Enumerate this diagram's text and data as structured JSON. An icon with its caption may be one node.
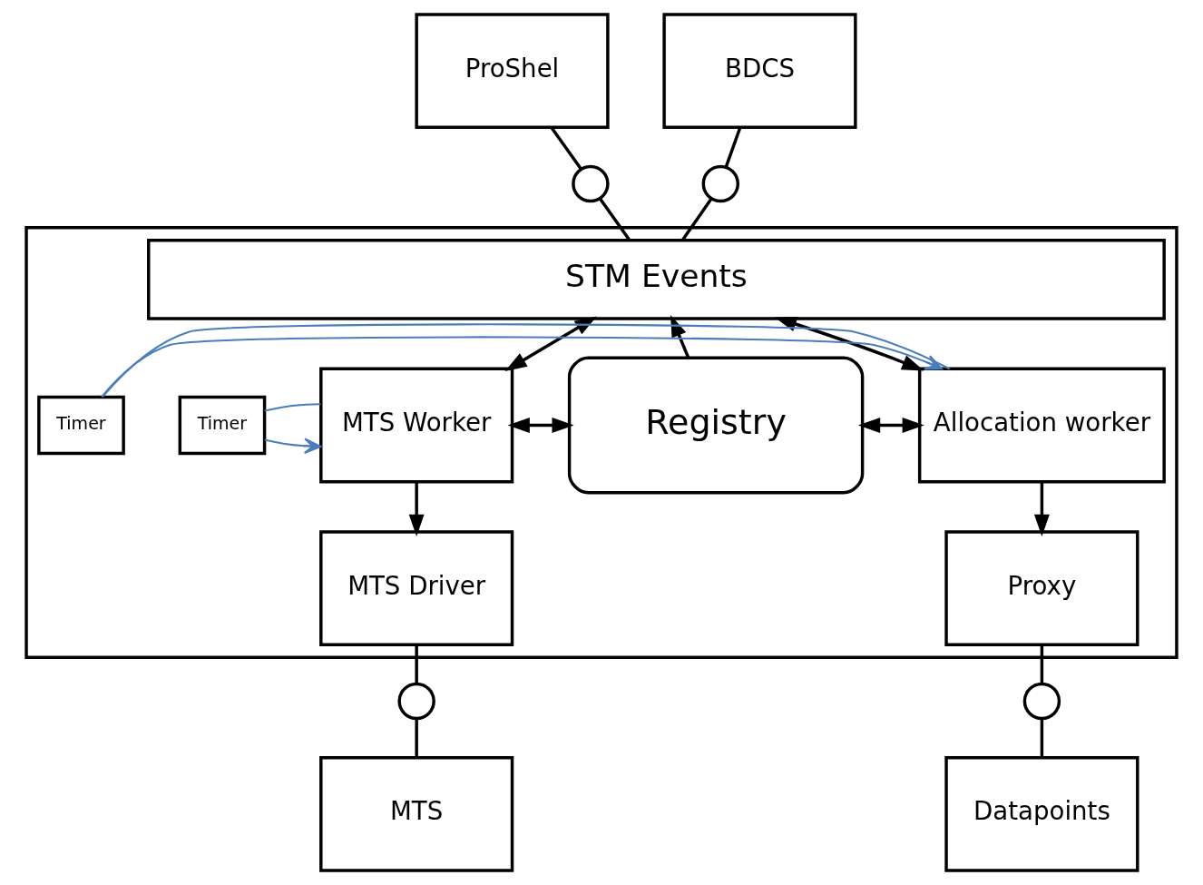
{
  "diagram": {
    "nodes": [
      {
        "text": [
          "ProShel"
        ]
      },
      {
        "text": [
          "BDCS"
        ]
      },
      {
        "text": [],
        "shape": "circle"
      },
      {
        "text": [],
        "shape": "circle"
      },
      {
        "text": [],
        "shape": "box"
      },
      {
        "text": [
          "STM Events"
        ],
        "in": 4
      },
      {
        "text": [
          "Timer"
        ],
        "in": 4
      },
      {
        "text": [
          "MTS Worker"
        ],
        "in": 4
      },
      {
        "text": [
          "Registry"
        ],
        "in": 4
      },
      {
        "text": [
          "Allocation worker"
        ],
        "in": 4
      },
      {
        "text": [
          "Timer"
        ],
        "in": 4
      },
      {
        "text": [
          "MTS Driver"
        ],
        "in": 4
      },
      {
        "text": [
          "Proxy"
        ],
        "in": 4
      },
      {
        "text": [],
        "shape": "circle"
      },
      {
        "text": [],
        "shape": "circle"
      },
      {
        "text": [
          "MTS"
        ]
      },
      {
        "text": [
          "Datapoints"
        ]
      }
    ],
    "edges": [
      {
        "from": 0,
        "to": 2,
        "arrow": "none"
      },
      {
        "from": 2,
        "to": 5,
        "arrow": "none"
      },
      {
        "from": 1,
        "to": 3,
        "arrow": "none"
      },
      {
        "from": 3,
        "to": 5,
        "arrow": "none"
      },
      {
        "from": 7,
        "to": 5,
        "arrow": "both"
      },
      {
        "from": 8,
        "to": 5,
        "arrow": "to"
      },
      {
        "from": 9,
        "to": 5,
        "arrow": "both"
      },
      {
        "from": 7,
        "to": 8,
        "arrow": "both"
      },
      {
        "from": 8,
        "to": 9,
        "arrow": "both"
      },
      {
        "from": 6,
        "to": 7,
        "arrow": "to",
        "color": "#4a7ebb"
      },
      {
        "from": 7,
        "to": 6,
        "arrow": "none",
        "color": "#4a7ebb"
      },
      {
        "from": 10,
        "to": 9,
        "arrow": "to",
        "color": "#4a7ebb"
      },
      {
        "from": 9,
        "to": 10,
        "arrow": "none",
        "color": "#4a7ebb"
      },
      {
        "from": 7,
        "to": 11,
        "arrow": "to"
      },
      {
        "from": 9,
        "to": 12,
        "arrow": "to"
      },
      {
        "from": 11,
        "to": 13,
        "arrow": "none"
      },
      {
        "from": 13,
        "to": 15,
        "arrow": "none"
      },
      {
        "from": 12,
        "to": 14,
        "arrow": "none"
      },
      {
        "from": 14,
        "to": 16,
        "arrow": "none"
      }
    ]
  }
}
